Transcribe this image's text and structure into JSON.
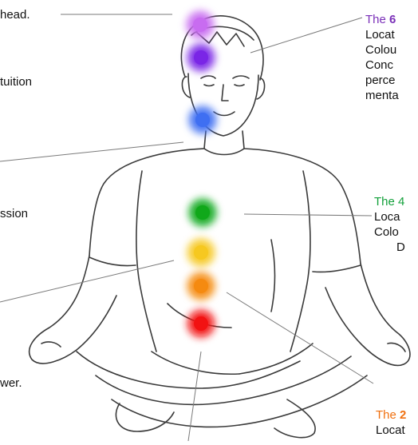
{
  "labels": {
    "crown_fragment": "head.",
    "third_eye_fragment": "tuition",
    "throat_fragment": "ssion",
    "solar_fragment": "wer.",
    "sixth": {
      "prefix": "The ",
      "number": "6",
      "color": "#7a2fb8",
      "lines": [
        "Locat",
        "Colou",
        "Conc",
        "perce",
        "menta"
      ]
    },
    "fourth": {
      "prefix": "The 4",
      "color": "#12a03a",
      "lines": [
        "Loca",
        "Colo",
        "D"
      ]
    },
    "second": {
      "prefix": "The ",
      "number": "2",
      "color": "#f07010",
      "lines": [
        "Locat"
      ]
    }
  },
  "chakras": [
    {
      "name": "crown",
      "color": "#c86cf0"
    },
    {
      "name": "third-eye",
      "color": "#7a25e6"
    },
    {
      "name": "throat",
      "color": "#3f6ff2"
    },
    {
      "name": "heart",
      "color": "#10a81a"
    },
    {
      "name": "solar-plexus",
      "color": "#f6c820"
    },
    {
      "name": "sacral",
      "color": "#f58a10"
    },
    {
      "name": "root",
      "color": "#f21212"
    }
  ],
  "leader_color": "#7a7a7a",
  "figure_color": "#3a3a3a"
}
